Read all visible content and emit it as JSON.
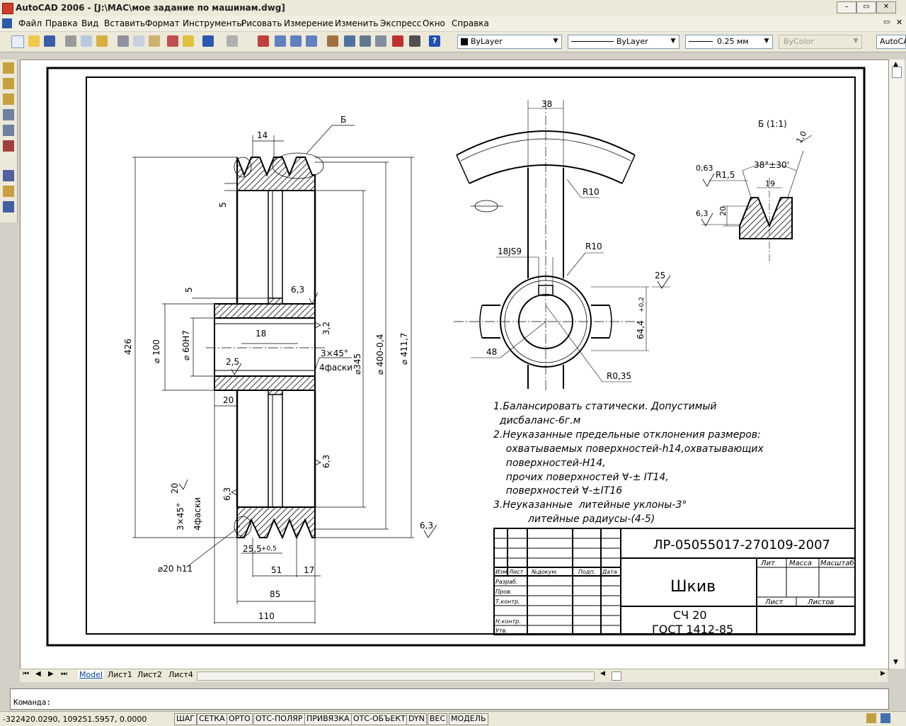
{
  "window": {
    "title": "AutoCAD 2006 - [J:\\MAC\\мое задание по машинам.dwg]"
  },
  "menu": [
    "Файл",
    "Правка",
    "Вид",
    "Вставить",
    "Формат",
    "Инструменты",
    "Рисовать",
    "Измерение",
    "Изменить",
    "Экспресс",
    "Окно",
    "Справка"
  ],
  "properties": {
    "color": "ByLayer",
    "linetype": "ByLayer",
    "lineweight": "0.25 мм",
    "plotstyle": "ByColor",
    "extra": "AutoCA"
  },
  "drawing": {
    "dims_left": {
      "d14": "14",
      "leaderB": "Б",
      "d5a": "5",
      "d5b": "5",
      "d426": "426",
      "d100": "⌀ 100",
      "d60": "⌀ 60H7",
      "d18": "18",
      "d25": "2,5",
      "d20": "20",
      "d345": "⌀345",
      "d400": "⌀ 400-0,4",
      "d4117": "⌀ 411,7",
      "r32": "3,2",
      "ch3x45": "3×45°",
      "ch4": "4фаски",
      "r63a": "6,3",
      "r63b": "6,3",
      "r63c": "6,3",
      "r63d": "6,3",
      "ch3x45b": "3×45°",
      "ch4b": "4фаски",
      "r20": "20",
      "d255": "25,5",
      "tol05": "+0,5",
      "d51": "51",
      "d17": "17",
      "d85": "85",
      "d110": "110",
      "d20h11": "⌀20 h11"
    },
    "dims_right": {
      "d38": "38",
      "r10a": "R10",
      "d18js9": "18JS9",
      "r10b": "R10",
      "r25": "25",
      "d644": "64,4",
      "tol02": "+0,2",
      "d48": "48",
      "r035": "R0,35"
    },
    "detail": {
      "title": "Б (1:1)",
      "r063": "0,63",
      "r15": "R1,5",
      "angle": "38°±30'",
      "d10": "1,0",
      "d19": "19",
      "d20": "20",
      "r63": "6,3"
    },
    "notes": [
      "1.Балансировать статически. Допустимый",
      "  дисбаланс-6г.м",
      "2.Неуказанные предельные отклонения размеров:",
      "    охватываемых поверхностей-h14,охватывающих",
      "    поверхностей-H14,",
      "    прочих поверхностей ∀-± IT14,",
      "    поверхностей ∀-±IT16",
      "3.Неуказанные  литейные уклоны-3°",
      "           литейные радиусы-(4-5)"
    ],
    "stamp": {
      "code": "ЛР-05055017-270109-2007",
      "name": "Шкив",
      "material1": "СЧ 20",
      "material2": "ГОСТ 1412-85",
      "cols": [
        "Изм",
        "Лист",
        "№докум.",
        "Подп.",
        "Дата"
      ],
      "rows": [
        "Разраб.",
        "Пров.",
        "Т.контр.",
        "Н.контр.",
        "Утв."
      ],
      "lit": "Лит",
      "mass": "Масса",
      "scale": "Масштаб",
      "sheet": "Лист",
      "sheets": "Листов"
    }
  },
  "tabs": [
    "Model",
    "Лист1",
    "Лист2",
    "Лист4"
  ],
  "command": {
    "prompt": "Команда:"
  },
  "status": {
    "coords": "-322420.0290, 109251.5957, 0.0000",
    "buttons": [
      "ШАГ",
      "СЕТКА",
      "ОРТО",
      "ОТС-ПОЛЯР",
      "ПРИВЯЗКА",
      "ОТС-ОБЪЕКТ",
      "DYN",
      "ВЕС",
      "МОДЕЛЬ"
    ]
  }
}
